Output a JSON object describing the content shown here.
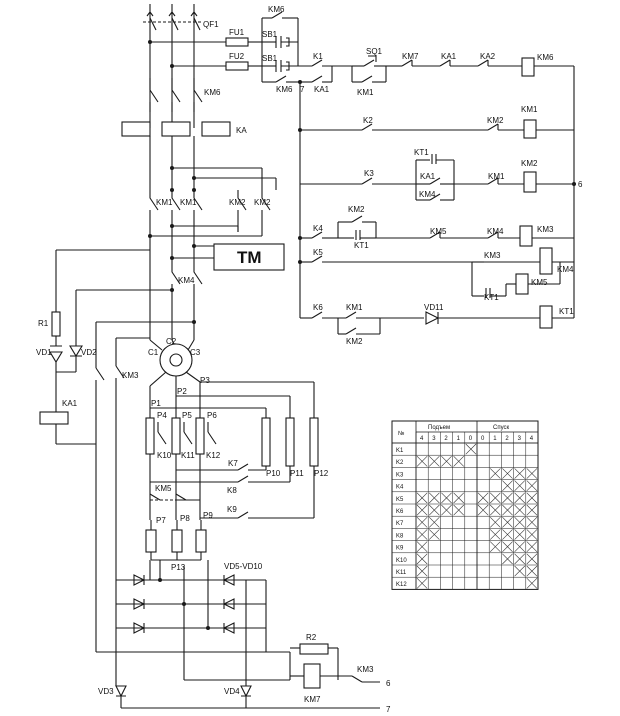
{
  "labels": {
    "qf1": "QF1",
    "fu1": "FU1",
    "fu2": "FU2",
    "sb1a": "SB1",
    "sb1b": "SB1",
    "km6_top": "KM6",
    "km6_mid": "KM6",
    "km6_hold": "KM6",
    "ka1_hold": "KA1",
    "k1": "K1",
    "sq1": "SQ1",
    "km1_sq": "KM1",
    "km7": "KM7",
    "ka1": "KA1",
    "ka2": "KA2",
    "km6_coil": "KM6",
    "node7_top": "7",
    "ka_coils": "KA",
    "k2": "K2",
    "km2_r2": "KM2",
    "km1_coil": "KM1",
    "kt1_r3": "KT1",
    "ka1_r3": "KA1",
    "km4_r3": "KM4",
    "k3": "K3",
    "km1_r3": "KM1",
    "km2_coil": "KM2",
    "node6": "6",
    "km1a": "KM1",
    "km1b": "KM1",
    "km2a": "KM2",
    "km2b": "KM2",
    "k4": "K4",
    "km2_r4": "KM2",
    "kt1_r4": "KT1",
    "km5": "KM5",
    "km4_r4": "KM4",
    "km3_coil": "KM3",
    "k5": "K5",
    "km3_r5": "KM3",
    "kt1_r5": "KT1",
    "km5_coil": "KM5",
    "km4_coil": "KM4",
    "k6": "K6",
    "km1_r6": "KM1",
    "km2_r6": "KM2",
    "vd11": "VD11",
    "kt1_coil": "KT1",
    "tm": "TM",
    "km4_main": "KM4",
    "r1": "R1",
    "vd1": "VD1",
    "vd2": "VD2",
    "ka1_left": "KA1",
    "km3_left": "KM3",
    "c1": "C1",
    "c2": "C2",
    "c3": "C3",
    "p1": "P1",
    "p2": "P2",
    "p3": "P3",
    "p4": "P4",
    "p5": "P5",
    "p6": "P6",
    "k10": "K10",
    "k11": "K11",
    "k12": "K12",
    "p10": "P10",
    "p11": "P11",
    "p12": "P12",
    "k7": "K7",
    "k8": "K8",
    "k9": "K9",
    "km5_rot": "KM5",
    "p7": "P7",
    "p8": "P8",
    "p9": "P9",
    "p13": "P13",
    "vd5_vd10": "VD5-VD10",
    "r2": "R2",
    "km3_bot": "KM3",
    "km7_coil": "KM7",
    "node6_bot": "6",
    "node7_bot": "7",
    "vd3": "VD3",
    "vd4": "VD4"
  },
  "table": {
    "corner": "№",
    "lift_header": "Подъем",
    "lower_header": "Спуск",
    "positions": [
      "4",
      "3",
      "2",
      "1",
      "0",
      "0",
      "1",
      "2",
      "3",
      "4"
    ],
    "rows": [
      {
        "name": "K1",
        "marks": [
          0,
          0,
          0,
          0,
          1,
          0,
          0,
          0,
          0,
          0
        ]
      },
      {
        "name": "K2",
        "marks": [
          1,
          1,
          1,
          1,
          0,
          0,
          0,
          0,
          0,
          0
        ]
      },
      {
        "name": "K3",
        "marks": [
          0,
          0,
          0,
          0,
          0,
          0,
          1,
          1,
          1,
          1
        ]
      },
      {
        "name": "K4",
        "marks": [
          0,
          0,
          0,
          0,
          0,
          0,
          0,
          1,
          1,
          1
        ]
      },
      {
        "name": "K5",
        "marks": [
          1,
          1,
          1,
          1,
          0,
          1,
          1,
          1,
          1,
          1
        ]
      },
      {
        "name": "K6",
        "marks": [
          1,
          1,
          1,
          1,
          0,
          1,
          1,
          1,
          1,
          1
        ]
      },
      {
        "name": "K7",
        "marks": [
          1,
          1,
          0,
          0,
          0,
          0,
          1,
          1,
          1,
          1
        ]
      },
      {
        "name": "K8",
        "marks": [
          1,
          1,
          0,
          0,
          0,
          0,
          1,
          1,
          1,
          1
        ]
      },
      {
        "name": "K9",
        "marks": [
          1,
          0,
          0,
          0,
          0,
          0,
          1,
          1,
          1,
          1
        ]
      },
      {
        "name": "K10",
        "marks": [
          1,
          0,
          0,
          0,
          0,
          0,
          0,
          1,
          1,
          1
        ]
      },
      {
        "name": "K11",
        "marks": [
          1,
          0,
          0,
          0,
          0,
          0,
          0,
          0,
          1,
          1
        ]
      },
      {
        "name": "K12",
        "marks": [
          1,
          0,
          0,
          0,
          0,
          0,
          0,
          0,
          0,
          1
        ]
      }
    ]
  }
}
